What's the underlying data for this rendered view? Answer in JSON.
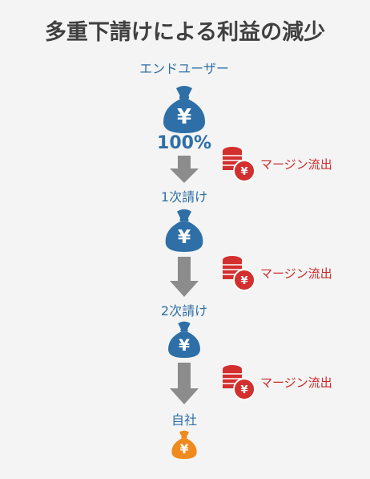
{
  "title": "多重下請けによる利益の減少",
  "stages": [
    {
      "label": "エンドユーザー",
      "percent": "100%"
    },
    {
      "label": "1次請け"
    },
    {
      "label": "2次請け"
    },
    {
      "label": "自社"
    }
  ],
  "outflow_label": "マージン流出",
  "currency_symbol": "¥",
  "colors": {
    "blue": "#2e6fa7",
    "orange": "#ef8b1e",
    "red": "#d32f2f",
    "arrow": "#8c8c8c",
    "title": "#404040"
  },
  "icons": [
    "money-bag-icon",
    "down-arrow-icon",
    "coin-stack-icon"
  ]
}
